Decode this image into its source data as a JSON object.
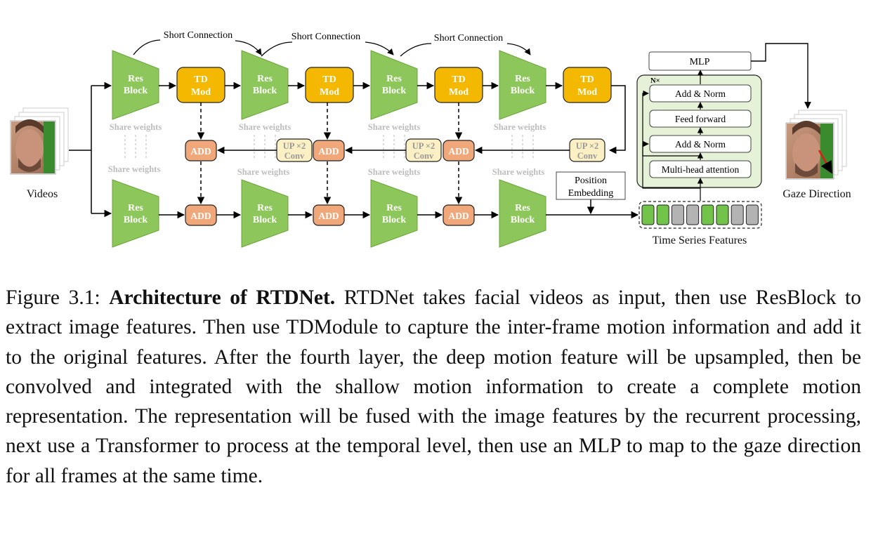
{
  "diagram": {
    "short_connection": "Short Connection",
    "res_block_line1": "Res",
    "res_block_line2": "Block",
    "td_mod_line1": "TD",
    "td_mod_line2": "Mod",
    "share_weights": "Share weights",
    "add": "ADD",
    "up_conv_line1": "UP ×2",
    "up_conv_line2": "Conv",
    "position_embedding_line1": "Position",
    "position_embedding_line2": "Embedding",
    "videos_label": "Videos",
    "gaze_direction_label": "Gaze Direction",
    "mlp": "MLP",
    "nx": "N×",
    "add_norm": "Add & Norm",
    "feed_forward": "Feed forward",
    "multi_head_attention": "Multi-head attention",
    "time_series_features": "Time Series Features",
    "feature_tokens": [
      "green",
      "green",
      "gray",
      "gray",
      "green",
      "green",
      "gray",
      "gray"
    ]
  },
  "colors": {
    "res_block": "#8dc65a",
    "td_mod": "#f5b800",
    "add": "#f0a87a",
    "up_conv": "#fbefc4",
    "transformer_bg": "#e6f2d8",
    "token_green": "#72c34a",
    "token_gray": "#b3b3b3"
  },
  "caption": {
    "prefix": "Figure 3.1: ",
    "bold": "Architecture of RTDNet.",
    "body": " RTDNet takes facial videos as input, then use ResBlock to extract image features. Then use TDModule to capture the inter-frame motion information and add it to the original features. After the fourth layer, the deep motion feature will be upsampled, then be convolved and integrated with the shallow motion information to create a complete motion representation. The representation will be fused with the image features by the recurrent processing, next use a Transformer to process at the temporal level, then use an MLP to map to the gaze direction for all frames at the same time."
  }
}
